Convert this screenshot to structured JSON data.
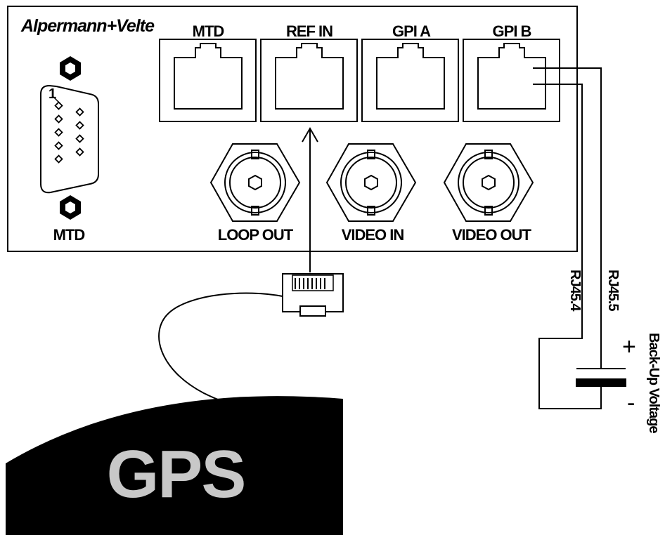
{
  "panel": {
    "brand": "Alpermann+Velte",
    "labels": {
      "rj45_mtd": "MTD",
      "ref_in": "REF IN",
      "gpi_a": "GPI A",
      "gpi_b": "GPI B",
      "sub_d_mtd": "MTD",
      "pin_1": "1",
      "loop_out": "LOOP OUT",
      "video_in": "VIDEO IN",
      "video_out": "VIDEO OUT"
    }
  },
  "wiring": {
    "rj45_pin4": "RJ45.4",
    "rj45_pin5": "RJ45.5",
    "backup_voltage": "Back-Up Voltage",
    "plus": "+",
    "minus": "-"
  },
  "gps": {
    "label": "GPS"
  },
  "colors": {
    "line": "#000000",
    "gps_body": "#000000",
    "gps_text": "#c8c8c8"
  }
}
